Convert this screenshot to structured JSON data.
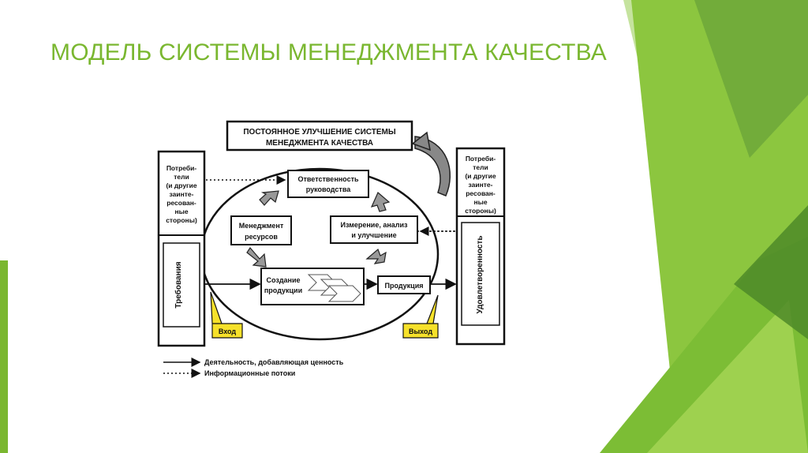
{
  "slide": {
    "title": "МОДЕЛЬ СИСТЕМЫ МЕНЕДЖМЕНТА КАЧЕСТВА",
    "colors": {
      "accent_green": "#7ab730",
      "dark_green": "#5e9a2c",
      "light_green": "#a8d46a"
    }
  },
  "diagram": {
    "top_box": [
      "ПОСТОЯННОЕ УЛУЧШЕНИЕ СИСТЕМЫ",
      "МЕНЕДЖМЕНТА КАЧЕСТВА"
    ],
    "left_party": [
      "Потреби-",
      "тели",
      "(и другие",
      "заинте-",
      "ресован-",
      "ные",
      "стороны)"
    ],
    "right_party": [
      "Потреби-",
      "тели",
      "(и другие",
      "заинте-",
      "ресован-",
      "ные",
      "стороны)"
    ],
    "requirements": "Требования",
    "satisfaction": "Удовлетворенность",
    "management_responsibility": [
      "Ответственность",
      "руководства"
    ],
    "resource_management": [
      "Менеджмент",
      "ресурсов"
    ],
    "measurement": [
      "Измерение, анализ",
      "и улучшение"
    ],
    "product_realization": [
      "Создание",
      "продукции"
    ],
    "product": "Продукция",
    "input": "Вход",
    "output": "Выход",
    "legend": {
      "solid": "Деятельность, добавляющая ценность",
      "dotted": "Информационные потоки"
    }
  }
}
